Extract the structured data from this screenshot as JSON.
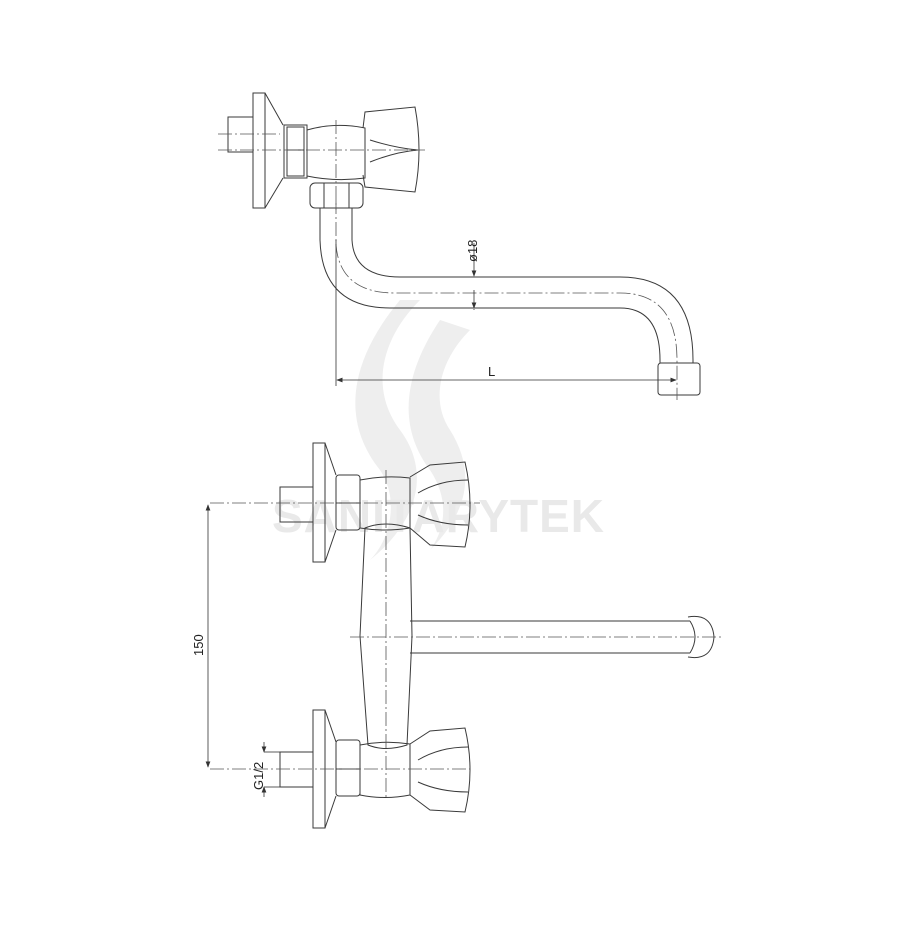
{
  "watermark": {
    "text": "SANITARYTEK",
    "color": "#e9e9e9"
  },
  "top_view": {
    "diameter_label": "ø18",
    "length_label": "L"
  },
  "front_view": {
    "spacing_label": "150",
    "thread_label": "G1/2"
  },
  "colors": {
    "line": "#3a3a3a",
    "background": "#ffffff"
  }
}
